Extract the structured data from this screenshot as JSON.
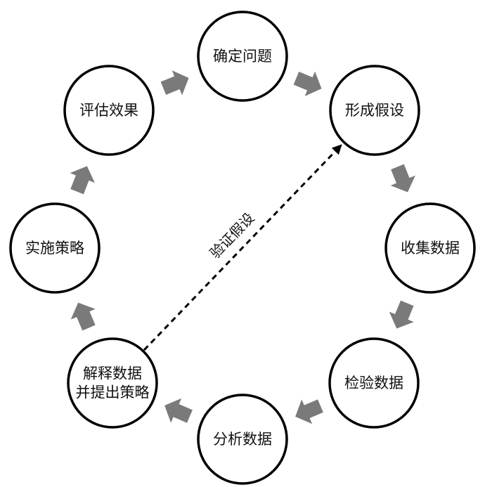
{
  "nodes": [
    {
      "id": "define",
      "lines": [
        "确定问题"
      ]
    },
    {
      "id": "hypothesize",
      "lines": [
        "形成假设"
      ]
    },
    {
      "id": "collect",
      "lines": [
        "收集数据"
      ]
    },
    {
      "id": "check",
      "lines": [
        "检验数据"
      ]
    },
    {
      "id": "analyze",
      "lines": [
        "分析数据"
      ]
    },
    {
      "id": "interpret",
      "lines": [
        "解释数据",
        "并提出策略"
      ]
    },
    {
      "id": "implement",
      "lines": [
        "实施策略"
      ]
    },
    {
      "id": "evaluate",
      "lines": [
        "评估效果"
      ]
    }
  ],
  "edges": [
    {
      "from": "define",
      "to": "hypothesize",
      "style": "block-arrow"
    },
    {
      "from": "hypothesize",
      "to": "collect",
      "style": "block-arrow"
    },
    {
      "from": "collect",
      "to": "check",
      "style": "block-arrow"
    },
    {
      "from": "check",
      "to": "analyze",
      "style": "block-arrow"
    },
    {
      "from": "analyze",
      "to": "interpret",
      "style": "block-arrow"
    },
    {
      "from": "interpret",
      "to": "implement",
      "style": "block-arrow"
    },
    {
      "from": "implement",
      "to": "evaluate",
      "style": "block-arrow"
    },
    {
      "from": "evaluate",
      "to": "define",
      "style": "block-arrow"
    },
    {
      "from": "interpret",
      "to": "hypothesize",
      "style": "dashed",
      "label": "验证假设"
    }
  ],
  "colors": {
    "block_arrow": "#7a7a7a",
    "circle_stroke": "#000000",
    "background": "#ffffff"
  }
}
